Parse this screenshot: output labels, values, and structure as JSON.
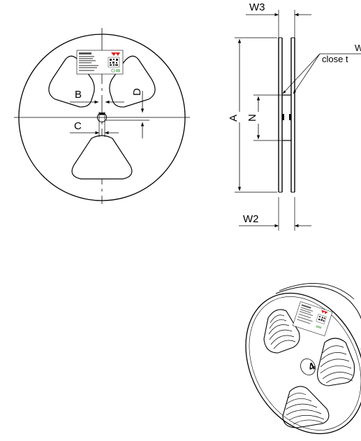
{
  "front_view": {
    "labels": {
      "b": "B",
      "c": "C",
      "d": "D"
    }
  },
  "side_view": {
    "labels": {
      "w3": "W3",
      "w2": "W2",
      "a": "A",
      "n": "N"
    },
    "note": {
      "line1": "W",
      "line2": "close t"
    }
  },
  "perspective_view": {
    "hub_mark": "4"
  }
}
